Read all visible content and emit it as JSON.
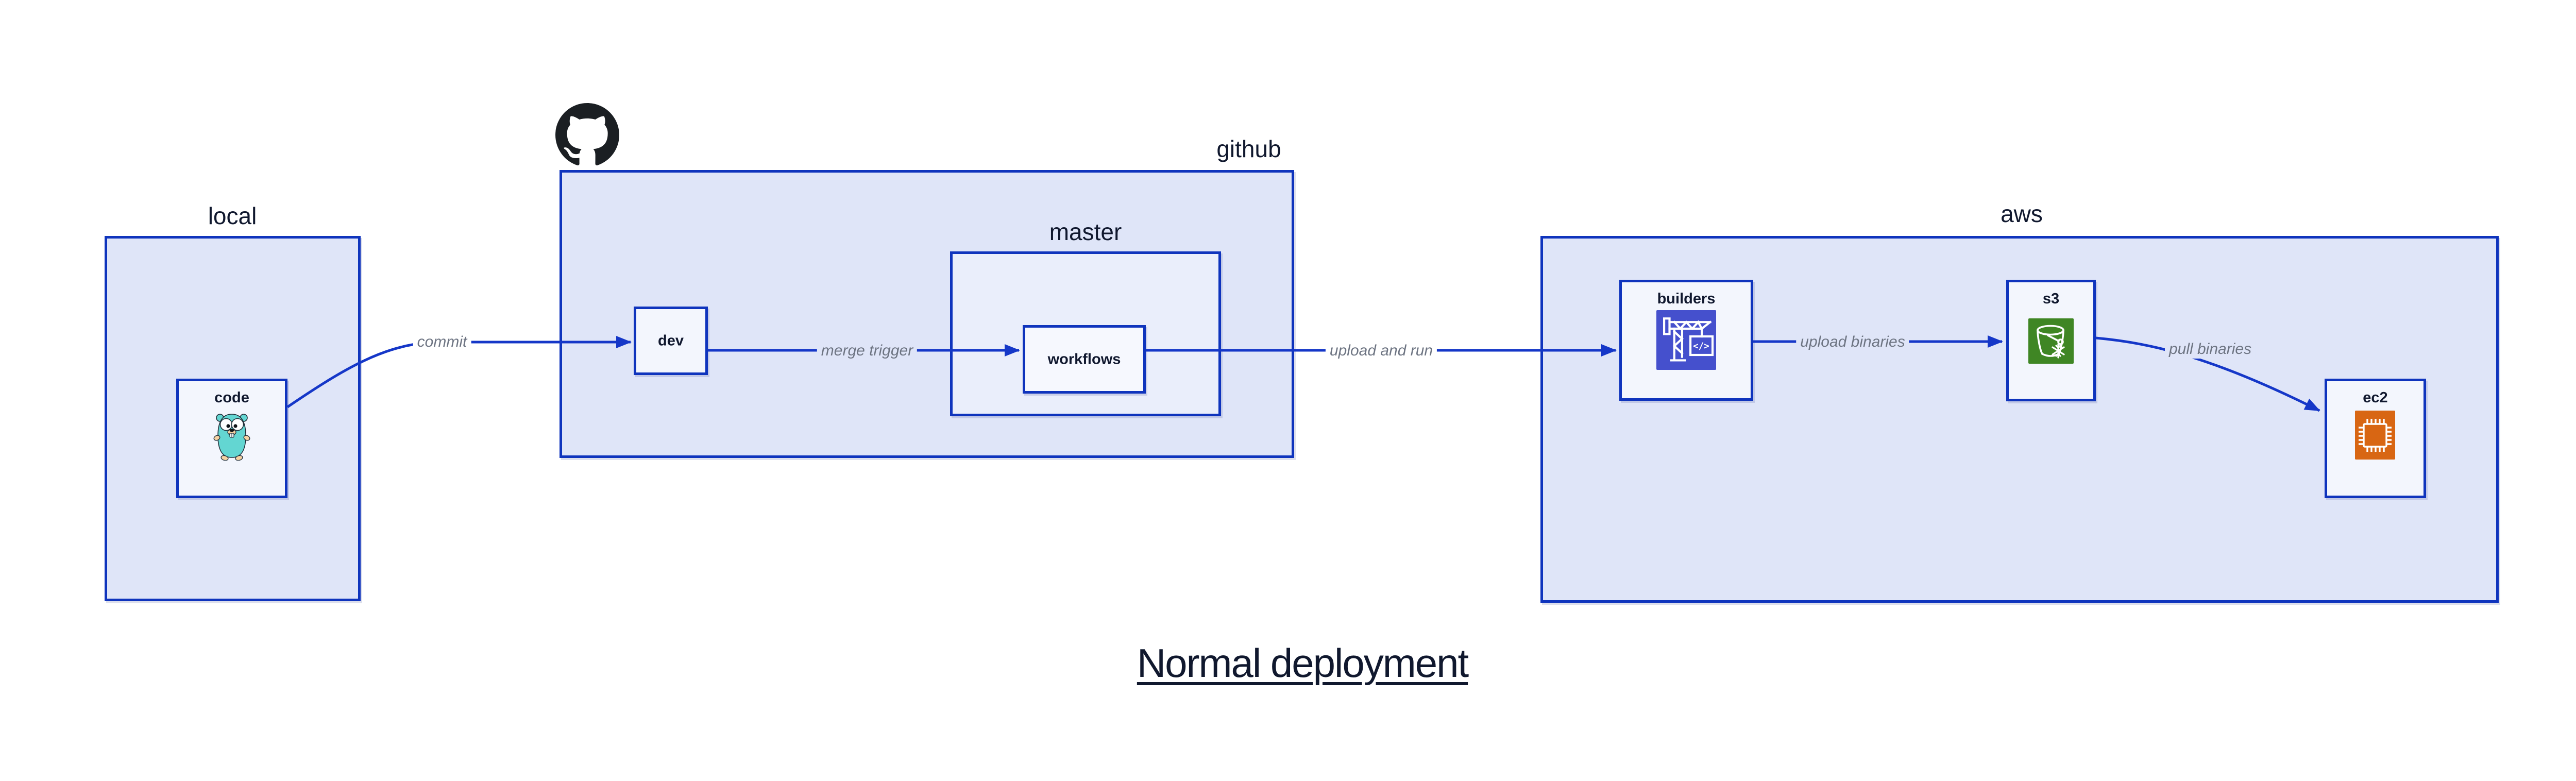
{
  "title": "Normal deployment",
  "colors": {
    "border": "#0f34bd",
    "arrow": "#1537c8",
    "fill_outer": "#dfe5f8",
    "fill_mid": "#eaeefb",
    "fill_leaf": "#f3f6fd",
    "text_dark": "#10182e",
    "label_gray": "#6d7482",
    "gopher_body": "#63d6d2",
    "gopher_skin": "#f6d2a2",
    "github_black": "#1b1f23",
    "codebuild_bg": "#4550cd",
    "s3_bg": "#3f8624",
    "ec2_bg": "#d86613"
  },
  "containers": [
    {
      "label": "local"
    },
    {
      "label": "github"
    },
    {
      "label": "master"
    },
    {
      "label": "aws"
    }
  ],
  "nodes": [
    {
      "label": "code",
      "icon": "go-gopher"
    },
    {
      "label": "dev"
    },
    {
      "label": "workflows"
    },
    {
      "label": "builders",
      "icon": "codebuild-crane"
    },
    {
      "label": "s3",
      "icon": "s3-bucket-snowflake"
    },
    {
      "label": "ec2",
      "icon": "ec2-chip"
    }
  ],
  "edges": [
    {
      "label": "commit",
      "from": "code",
      "to": "dev"
    },
    {
      "label": "merge trigger",
      "from": "dev",
      "to": "workflows"
    },
    {
      "label": "upload and run",
      "from": "workflows",
      "to": "builders"
    },
    {
      "label": "upload binaries",
      "from": "builders",
      "to": "s3"
    },
    {
      "label": "pull binaries",
      "from": "s3",
      "to": "ec2"
    }
  ]
}
